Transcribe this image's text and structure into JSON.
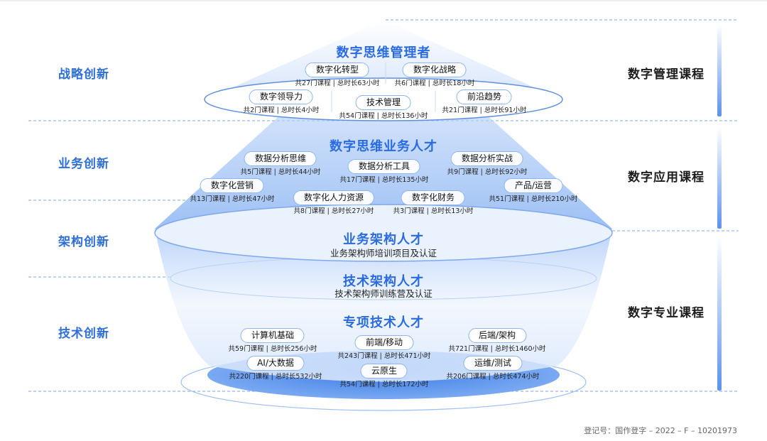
{
  "left_labels": [
    "战略创新",
    "业务创新",
    "架构创新",
    "技术创新"
  ],
  "right_labels": [
    "数字管理课程",
    "数字应用课程",
    "数字专业课程"
  ],
  "tier1": {
    "title": "数字思维管理者",
    "courses": [
      {
        "name": "数字化转型",
        "meta": "共27门课程 | 总时长63小时"
      },
      {
        "name": "数字化战略",
        "meta": "共6门课程 | 总时长18小时"
      },
      {
        "name": "数字领导力",
        "meta": "共2门课程 | 总时长4小时"
      },
      {
        "name": "技术管理",
        "meta": "共54门课程 | 总时长136小时"
      },
      {
        "name": "前沿趋势",
        "meta": "共21门课程 | 总时长91小时"
      }
    ]
  },
  "tier2": {
    "title": "数字思维业务人才",
    "courses": [
      {
        "name": "数据分析思维",
        "meta": "共5门课程 | 总时长44小时"
      },
      {
        "name": "数据分析工具",
        "meta": "共17门课程 | 总时长135小时"
      },
      {
        "name": "数据分析实战",
        "meta": "共9门课程 | 总时长92小时"
      },
      {
        "name": "数字化营销",
        "meta": "共13门课程 | 总时长47小时"
      },
      {
        "name": "数字化人力资源",
        "meta": "共8门课程 | 总时长27小时"
      },
      {
        "name": "数字化财务",
        "meta": "共3门课程 | 总时长13小时"
      },
      {
        "name": "产品/运营",
        "meta": "共51门课程 | 总时长210小时"
      }
    ]
  },
  "tier3": {
    "title": "业务架构人才",
    "subtitle": "业务架构师培训项目及认证"
  },
  "tier4": {
    "title": "技术架构人才",
    "subtitle": "技术架构师训练营及认证"
  },
  "tier5": {
    "title": "专项技术人才",
    "courses": [
      {
        "name": "计算机基础",
        "meta": "共59门课程 | 总时长256小时"
      },
      {
        "name": "前端/移动",
        "meta": "共243门课程 | 总时长471小时"
      },
      {
        "name": "后端/架构",
        "meta": "共721门课程 | 总时长1460小时"
      },
      {
        "name": "AI/大数据",
        "meta": "共220门课程 | 总时长532小时"
      },
      {
        "name": "云原生",
        "meta": "共54门课程 | 总时长172小时"
      },
      {
        "name": "运维/测试",
        "meta": "共206门课程 | 总时长474小时"
      }
    ]
  },
  "footer": "登记号：国作登字 – 2022 – F – 10201973",
  "colors": {
    "accent": "#2b6be0",
    "pill_border": "#8fb6ee",
    "dashed": "#7aa4e6"
  }
}
